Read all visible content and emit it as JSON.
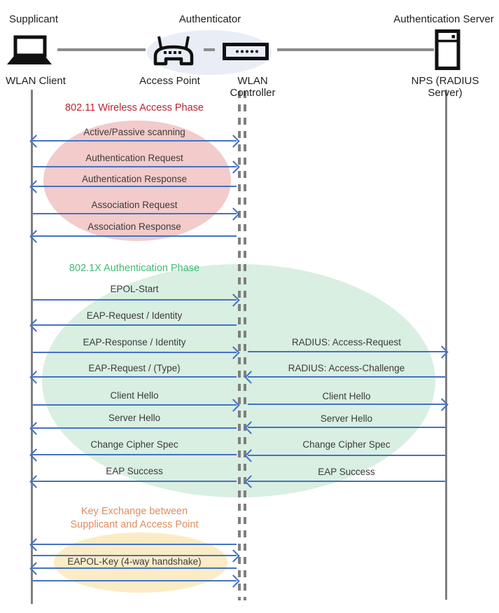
{
  "actors": {
    "roles": [
      "Supplicant",
      "Authenticator",
      "Authentication Server"
    ],
    "devices": [
      "WLAN Client",
      "Access Point",
      "WLAN Controller",
      "NPS (RADIUS Server)"
    ],
    "icons": [
      "laptop-icon",
      "access-point-icon",
      "wlan-controller-icon",
      "server-icon"
    ]
  },
  "phases": [
    {
      "name": "802.11 Wireless Access Phase",
      "title_color": "#bf2130",
      "ellipse_color": "#f2cbca",
      "messages": [
        {
          "label": "Active/Passive scanning",
          "from": "WLAN Client",
          "to": "WLAN Controller",
          "direction": "both"
        },
        {
          "label": "Authentication Request",
          "from": "WLAN Client",
          "to": "WLAN Controller",
          "direction": "right"
        },
        {
          "label": "Authentication Response",
          "from": "WLAN Controller",
          "to": "WLAN Client",
          "direction": "left"
        },
        {
          "label": "Association Request",
          "from": "WLAN Client",
          "to": "WLAN Controller",
          "direction": "right"
        },
        {
          "label": "Association Response",
          "from": "WLAN Controller",
          "to": "WLAN Client",
          "direction": "left"
        }
      ]
    },
    {
      "name": "802.1X Authentication Phase",
      "title_color": "#41ba77",
      "ellipse_color": "#d8efe1",
      "messages_left": [
        {
          "label": "EPOL-Start",
          "from": "WLAN Client",
          "to": "WLAN Controller",
          "direction": "right"
        },
        {
          "label": "EAP-Request / Identity",
          "from": "WLAN Controller",
          "to": "WLAN Client",
          "direction": "left"
        },
        {
          "label": "EAP-Response / Identity",
          "from": "WLAN Client",
          "to": "WLAN Controller",
          "direction": "right"
        },
        {
          "label": "EAP-Request / (Type)",
          "from": "WLAN Controller",
          "to": "WLAN Client",
          "direction": "left"
        },
        {
          "label": "Client Hello",
          "from": "WLAN Client",
          "to": "WLAN Controller",
          "direction": "right"
        },
        {
          "label": "Server Hello",
          "from": "WLAN Controller",
          "to": "WLAN Client",
          "direction": "left"
        },
        {
          "label": "Change Cipher Spec",
          "from": "WLAN Controller",
          "to": "WLAN Client",
          "direction": "left"
        },
        {
          "label": "EAP Success",
          "from": "WLAN Controller",
          "to": "WLAN Client",
          "direction": "left"
        }
      ],
      "messages_right": [
        {
          "label": "RADIUS: Access-Request",
          "from": "WLAN Controller",
          "to": "NPS (RADIUS Server)",
          "direction": "right"
        },
        {
          "label": "RADIUS: Access-Challenge",
          "from": "NPS (RADIUS Server)",
          "to": "WLAN Controller",
          "direction": "left"
        },
        {
          "label": "Client Hello",
          "from": "WLAN Controller",
          "to": "NPS (RADIUS Server)",
          "direction": "right"
        },
        {
          "label": "Server Hello",
          "from": "NPS (RADIUS Server)",
          "to": "WLAN Controller",
          "direction": "left"
        },
        {
          "label": "Change Cipher Spec",
          "from": "NPS (RADIUS Server)",
          "to": "WLAN Controller",
          "direction": "left"
        },
        {
          "label": "EAP Success",
          "from": "NPS (RADIUS Server)",
          "to": "WLAN Controller",
          "direction": "left"
        }
      ]
    },
    {
      "name_lines": [
        "Key Exchange between",
        "Supplicant and Access Point"
      ],
      "title_color": "#df8d5f",
      "ellipse_color": "#fcecc5",
      "handshake_label": "EAPOL-Key (4-way handshake)",
      "arrows": [
        "left",
        "right",
        "left",
        "right"
      ]
    }
  ],
  "colors": {
    "arrow_blue": "#4472c4",
    "lifeline_gray": "#7f7f7f",
    "authenticator_ellipse": "#e9edf6",
    "phase1_title": "#bf2130",
    "phase2_title": "#41ba77",
    "phase3_title": "#df8d5f"
  }
}
